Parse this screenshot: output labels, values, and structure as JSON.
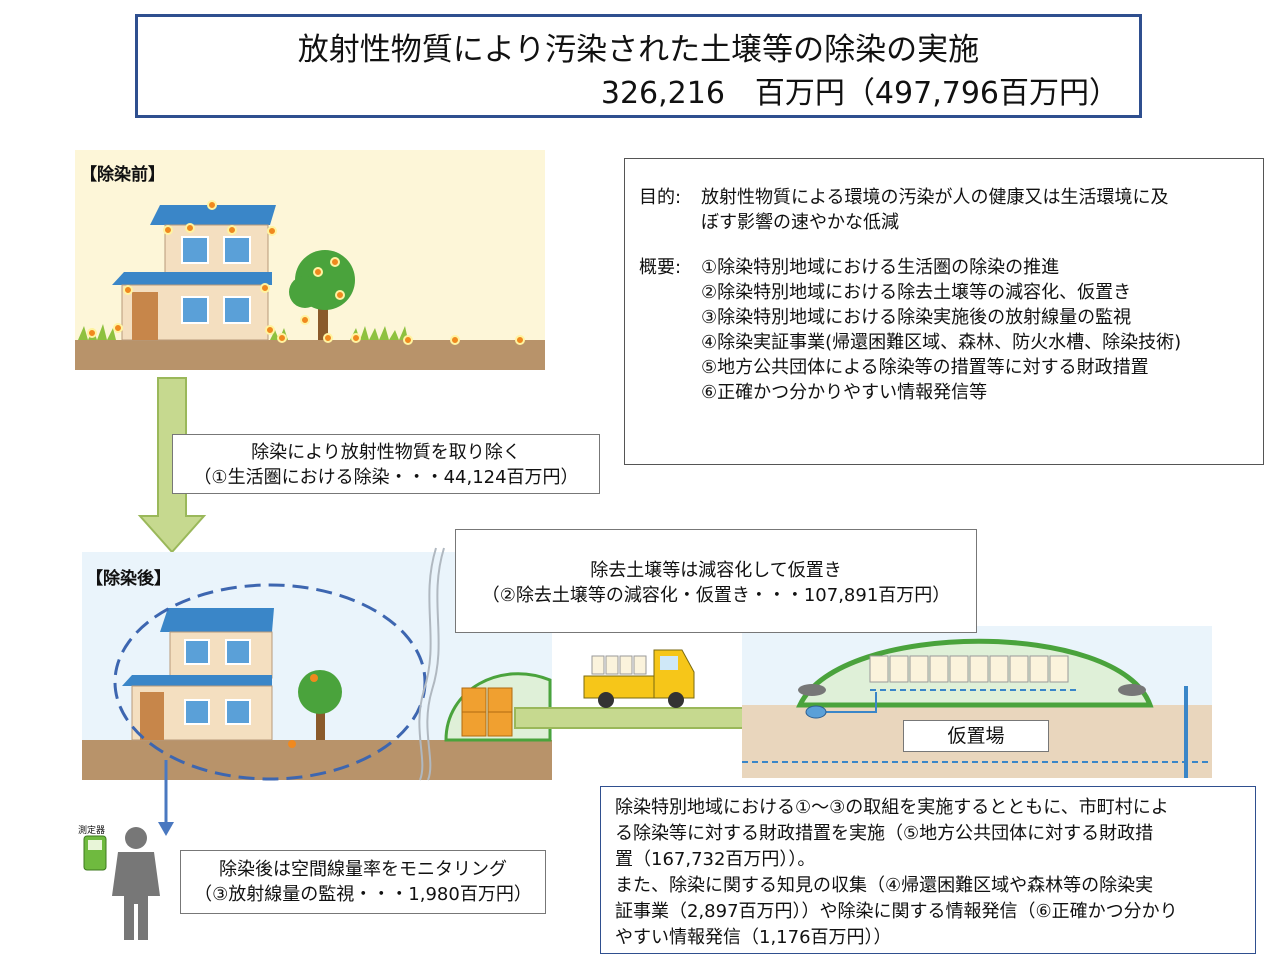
{
  "header": {
    "title": "放射性物質により汚染された土壌等の除染の実施",
    "budget": "326,216　百万円（497,796百万円）"
  },
  "scenes": {
    "before_label": "【除染前】",
    "after_label": "【除染後】"
  },
  "info": {
    "purpose_label": "目的:",
    "purpose_line1": "放射性物質による環境の汚染が人の健康又は生活環境に及",
    "purpose_line2": "ぼす影響の速やかな低減",
    "summary_label": "概要:",
    "items": [
      "①除染特別地域における生活圏の除染の推進",
      "②除染特別地域における除去土壌等の減容化、仮置き",
      "③除染特別地域における除染実施後の放射線量の監視",
      "④除染実証事業(帰還困難区域、森林、防火水槽、除染技術)",
      "⑤地方公共団体による除染等の措置等に対する財政措置",
      "⑥正確かつ分かりやすい情報発信等"
    ]
  },
  "callouts": {
    "remove_line1": "除染により放射性物質を取り除く",
    "remove_line2": "（①生活圏における除染・・・44,124百万円）",
    "storage_line1": "除去土壌等は減容化して仮置き",
    "storage_line2": "（②除去土壌等の減容化・仮置き・・・107,891百万円）",
    "monitor_line1": "除染後は空間線量率をモニタリング",
    "monitor_line2": "（③放射線量の監視・・・1,980百万円）",
    "site_label": "仮置場",
    "meter_label": "測定器"
  },
  "bottom": {
    "lines": [
      "除染特別地域における①～③の取組を実施するとともに、市町村によ",
      "る除染等に対する財政措置を実施（⑤地方公共団体に対する財政措",
      "置（167,732百万円））。",
      "また、除染に関する知見の収集（④帰還困難区域や森林等の除染実",
      "証事業（2,897百万円））や除染に関する情報発信（⑥正確かつ分かり",
      "やすい情報発信（1,176百万円））"
    ]
  },
  "colors": {
    "title_border": "#2f4f8f",
    "before_bg": "#fdf6d8",
    "after_bg": "#eaf4fb",
    "ground": "#b8936a",
    "roof": "#3a86c8",
    "arrow_green": "#c6d98f",
    "arrow_blue": "#4a78c0",
    "contamination": "#f0891e",
    "truck_yellow": "#f6c619"
  }
}
